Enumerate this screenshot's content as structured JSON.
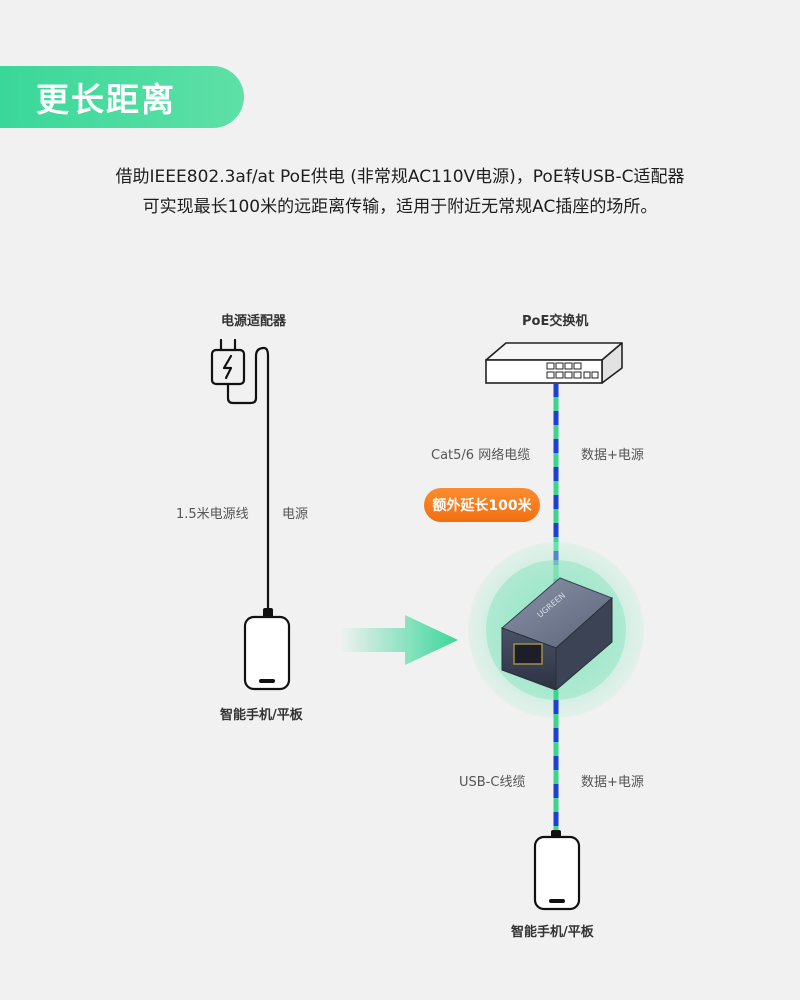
{
  "header": {
    "title": "更长距离"
  },
  "description": {
    "line1": "借助IEEE802.3af/at PoE供电 (非常规AC110V电源)，PoE转USB-C适配器",
    "line2": "可实现最长100米的远距离传输，适用于附近无常规AC插座的场所。"
  },
  "left": {
    "adapter_label": "电源适配器",
    "cable_label": "1.5米电源线",
    "power_label": "电源",
    "device_label": "智能手机/平板"
  },
  "right": {
    "switch_label": "PoE交换机",
    "cable_label": "Cat5/6 网络电缆",
    "data_power_label": "数据+电源",
    "badge": "额外延长100米",
    "usb_cable_label": "USB-C线缆",
    "usb_data_power_label": "数据+电源",
    "device_label": "智能手机/平板",
    "brand": "UGREEN"
  },
  "colors": {
    "accent_green": "#3ad79a",
    "badge_orange": "#f57a1c",
    "cable_blue": "#1f3fd0",
    "cable_green": "#3cd58f"
  }
}
